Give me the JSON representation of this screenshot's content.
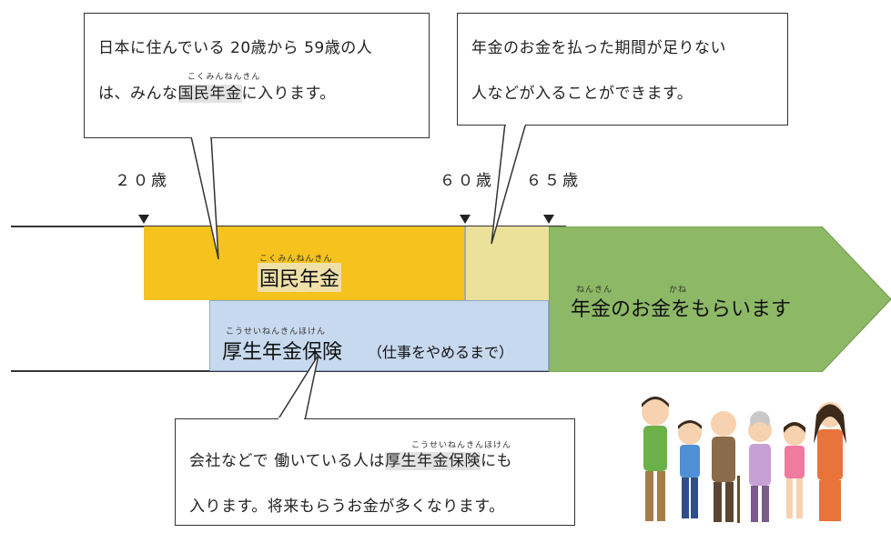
{
  "callout_top_left": {
    "line1": "日本に住んでいる 20歳から 59歳の人",
    "line2_pre": "は、みんな",
    "line2_hl": "国民年金",
    "line2_post": "に入ります。",
    "ruby_hl": "こくみんねんきん"
  },
  "callout_top_right": {
    "line1": "年金のお金を払った期間が足りない",
    "line2": "人などが入ることができます。"
  },
  "callout_bottom": {
    "line1_pre": "会社などで 働いている人は",
    "line1_hl": "厚生年金保険",
    "line1_post": "にも",
    "line2": "入ります。将来もらうお金が多くなります。",
    "ruby_hl": "こうせいねんきんほけん"
  },
  "ages": {
    "age20": "２０歳",
    "age60": "６０歳",
    "age65": "６５歳"
  },
  "bands": {
    "kokumin": "国民年金",
    "kokumin_ruby": "こくみんねんきん",
    "kosei": "厚生年金保険",
    "kosei_ruby": "こうせいねんきんほけん",
    "kosei_note": "（仕事をやめるまで）",
    "receive": "年金のお金をもらいます",
    "receive_ruby_1": "ねんきん",
    "receive_ruby_2": "かね"
  },
  "colors": {
    "kokumin": "#f6c21e",
    "gap": "#ebe19a",
    "kosei": "#c7d9ee",
    "receive": "#8db866"
  }
}
